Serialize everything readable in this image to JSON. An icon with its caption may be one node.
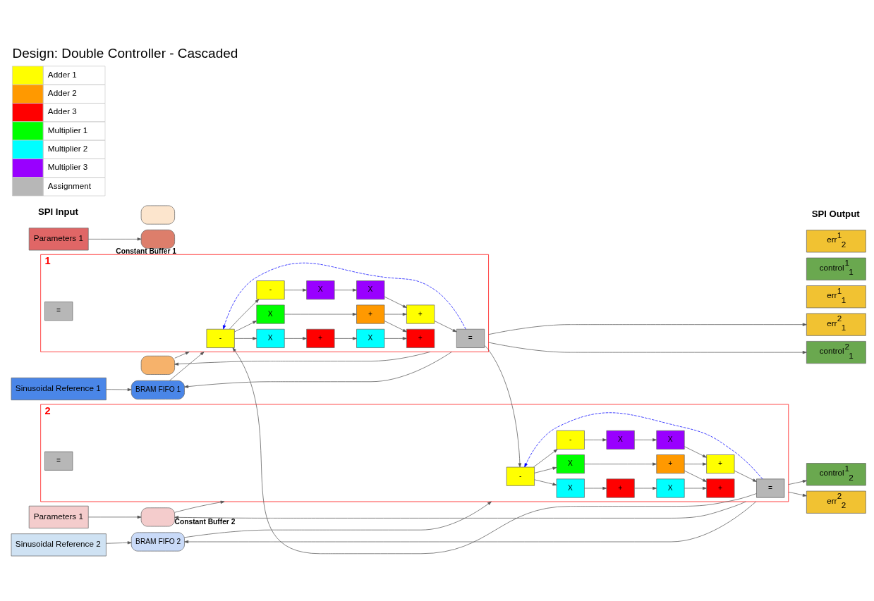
{
  "diagram": {
    "title": "Design: Double Controller - Cascaded",
    "nodes": [
      {
        "text": [
          "Parameters 1"
        ]
      },
      {
        "text": [
          "Parameters 1"
        ]
      },
      {
        "text": [
          "Sinusoidal Reference 2"
        ]
      },
      {
        "text": [
          "Sinusoidal Reference 1"
        ]
      },
      {
        "text": [],
        "shape": "box"
      },
      {
        "text": [],
        "shape": "box",
        "beside": [
          "Constant Buffer 2"
        ]
      },
      {
        "text": [],
        "shape": "box"
      },
      {
        "text": [],
        "shape": "box",
        "beside": [
          "Constant Buffer 1"
        ]
      },
      {
        "text": [
          "BRAM FIFO 2"
        ]
      },
      {
        "text": [
          "BRAM FIFO 1"
        ]
      },
      {
        "text": [
          "1"
        ]
      },
      {
        "text": [
          "-"
        ],
        "in": 10
      },
      {
        "text": [
          "X"
        ],
        "in": 10
      },
      {
        "text": [
          "X"
        ],
        "in": 10
      },
      {
        "text": [
          "-"
        ],
        "in": 10
      },
      {
        "text": [
          "+"
        ],
        "in": 10
      },
      {
        "text": [
          "+"
        ],
        "in": 10
      },
      {
        "text": [
          "X"
        ],
        "in": 10
      },
      {
        "text": [
          "="
        ],
        "in": 10
      },
      {
        "text": [
          "X"
        ],
        "in": 10
      },
      {
        "text": [
          "X"
        ],
        "in": 10
      },
      {
        "text": [
          "+"
        ],
        "in": 10
      },
      {
        "text": [
          "+"
        ],
        "in": 10
      },
      {
        "text": [
          "="
        ],
        "in": 10
      },
      {
        "text": [
          "2"
        ]
      },
      {
        "text": [
          "-"
        ],
        "in": 24
      },
      {
        "text": [
          "X"
        ],
        "in": 24
      },
      {
        "text": [
          "X"
        ],
        "in": 24
      },
      {
        "text": [
          "-"
        ],
        "in": 24
      },
      {
        "text": [
          "+"
        ],
        "in": 24
      },
      {
        "text": [
          "+"
        ],
        "in": 24
      },
      {
        "text": [
          "X"
        ],
        "in": 24
      },
      {
        "text": [
          "="
        ],
        "in": 24
      },
      {
        "text": [
          "X"
        ],
        "in": 24
      },
      {
        "text": [
          "X"
        ],
        "in": 24
      },
      {
        "text": [
          "+"
        ],
        "in": 24
      },
      {
        "text": [
          "+"
        ],
        "in": 24
      },
      {
        "text": [
          "="
        ],
        "in": 24
      },
      {
        "text": [
          "err$^{1}$$_{1}$"
        ]
      },
      {
        "text": [
          "control$^{1}$$_{1}$"
        ]
      },
      {
        "text": [
          "err$^{1}$$_{2}$"
        ]
      },
      {
        "text": [
          "control$^{1}$$_{2}$"
        ]
      },
      {
        "text": [
          "err$^{2}$$_{1}$"
        ]
      },
      {
        "text": [
          "control$^{2}$$_{1}$"
        ]
      },
      {
        "text": [
          "err$^{2}$$_{2}$"
        ]
      }
    ],
    "edges": [
      {
        "from": 0,
        "to": 5,
        "arrow": "to"
      },
      {
        "from": 1,
        "to": 7,
        "arrow": "to"
      },
      {
        "from": 2,
        "to": 8,
        "arrow": "to"
      },
      {
        "from": 3,
        "to": 9,
        "arrow": "to"
      },
      {
        "from": 5,
        "to": 24,
        "arrow": "to"
      },
      {
        "from": 24,
        "to": 5,
        "arrow": "to"
      },
      {
        "from": 6,
        "to": 10,
        "arrow": "to"
      },
      {
        "from": 10,
        "to": 6,
        "arrow": "to"
      },
      {
        "from": 8,
        "to": 24,
        "arrow": "to"
      },
      {
        "from": 24,
        "to": 8,
        "arrow": "to"
      },
      {
        "from": 9,
        "to": 10,
        "arrow": "to"
      },
      {
        "from": 10,
        "to": 9,
        "arrow": "to"
      },
      {
        "from": 11,
        "to": 12,
        "arrow": "to"
      },
      {
        "from": 11,
        "to": 13,
        "arrow": "to"
      },
      {
        "from": 11,
        "to": 14,
        "arrow": "to"
      },
      {
        "from": 12,
        "to": 15,
        "arrow": "to"
      },
      {
        "from": 13,
        "to": 16,
        "arrow": "to"
      },
      {
        "from": 14,
        "to": 17,
        "arrow": "to"
      },
      {
        "from": 16,
        "to": 19,
        "arrow": "to"
      },
      {
        "from": 17,
        "to": 20,
        "arrow": "to"
      },
      {
        "from": 19,
        "to": 21,
        "arrow": "to"
      },
      {
        "from": 15,
        "to": 21,
        "arrow": "to"
      },
      {
        "from": 15,
        "to": 22,
        "arrow": "to"
      },
      {
        "from": 20,
        "to": 22,
        "arrow": "to"
      },
      {
        "from": 22,
        "to": 23,
        "arrow": "to"
      },
      {
        "from": 23,
        "to": 11,
        "arrow": "to",
        "style": "dashed",
        "color": "#0000ff"
      },
      {
        "from": 23,
        "to": 25,
        "arrow": "to"
      },
      {
        "from": 25,
        "to": 26,
        "arrow": "to"
      },
      {
        "from": 25,
        "to": 27,
        "arrow": "to"
      },
      {
        "from": 25,
        "to": 28,
        "arrow": "to"
      },
      {
        "from": 26,
        "to": 29,
        "arrow": "to"
      },
      {
        "from": 27,
        "to": 30,
        "arrow": "to"
      },
      {
        "from": 28,
        "to": 31,
        "arrow": "to"
      },
      {
        "from": 30,
        "to": 33,
        "arrow": "to"
      },
      {
        "from": 31,
        "to": 34,
        "arrow": "to"
      },
      {
        "from": 33,
        "to": 35,
        "arrow": "to"
      },
      {
        "from": 29,
        "to": 35,
        "arrow": "to"
      },
      {
        "from": 29,
        "to": 36,
        "arrow": "to"
      },
      {
        "from": 34,
        "to": 36,
        "arrow": "to"
      },
      {
        "from": 36,
        "to": 37,
        "arrow": "to"
      },
      {
        "from": 37,
        "to": 25,
        "arrow": "to",
        "style": "dashed",
        "color": "#0000ff"
      },
      {
        "from": 37,
        "to": 11,
        "arrow": "to"
      },
      {
        "from": 10,
        "to": 42,
        "arrow": "to"
      },
      {
        "from": 10,
        "to": 43,
        "arrow": "to"
      },
      {
        "from": 24,
        "to": 41,
        "arrow": "to"
      },
      {
        "from": 24,
        "to": 44,
        "arrow": "to"
      }
    ],
    "labels": [
      "SPI Input",
      "SPI Output"
    ],
    "legend": [
      {
        "text": "Adder 1",
        "color": "#ffff00"
      },
      {
        "text": "Adder 2",
        "color": "#ff9900"
      },
      {
        "text": "Adder 3",
        "color": "#ff0000"
      },
      {
        "text": "Multiplier 1",
        "color": "#00ff00"
      },
      {
        "text": "Multiplier 2",
        "color": "#00ffff"
      },
      {
        "text": "Multiplier 3",
        "color": "#9900ff"
      },
      {
        "text": "Assignment",
        "color": "#b7b7b7"
      }
    ]
  }
}
